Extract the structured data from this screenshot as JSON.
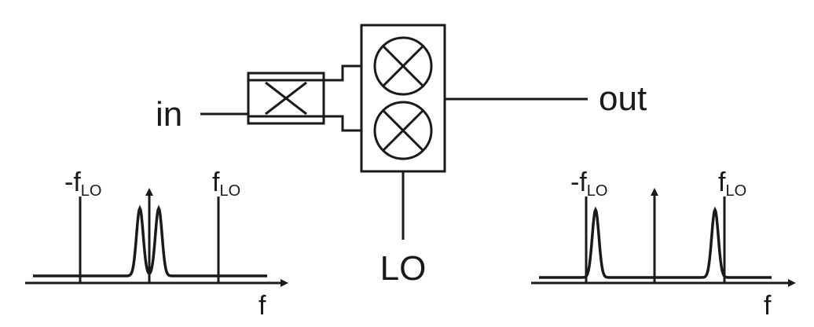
{
  "labels": {
    "input": "in",
    "output": "out",
    "lo": "LO",
    "neg_flo_sign": "-",
    "flo_f": "f",
    "flo_sub": "LO",
    "freq_axis": "f"
  },
  "colors": {
    "ink": "#1a1a1a",
    "spectrum": "#0000dd"
  },
  "icons": [
    "hybrid-coupler-icon",
    "mixer-icon"
  ]
}
